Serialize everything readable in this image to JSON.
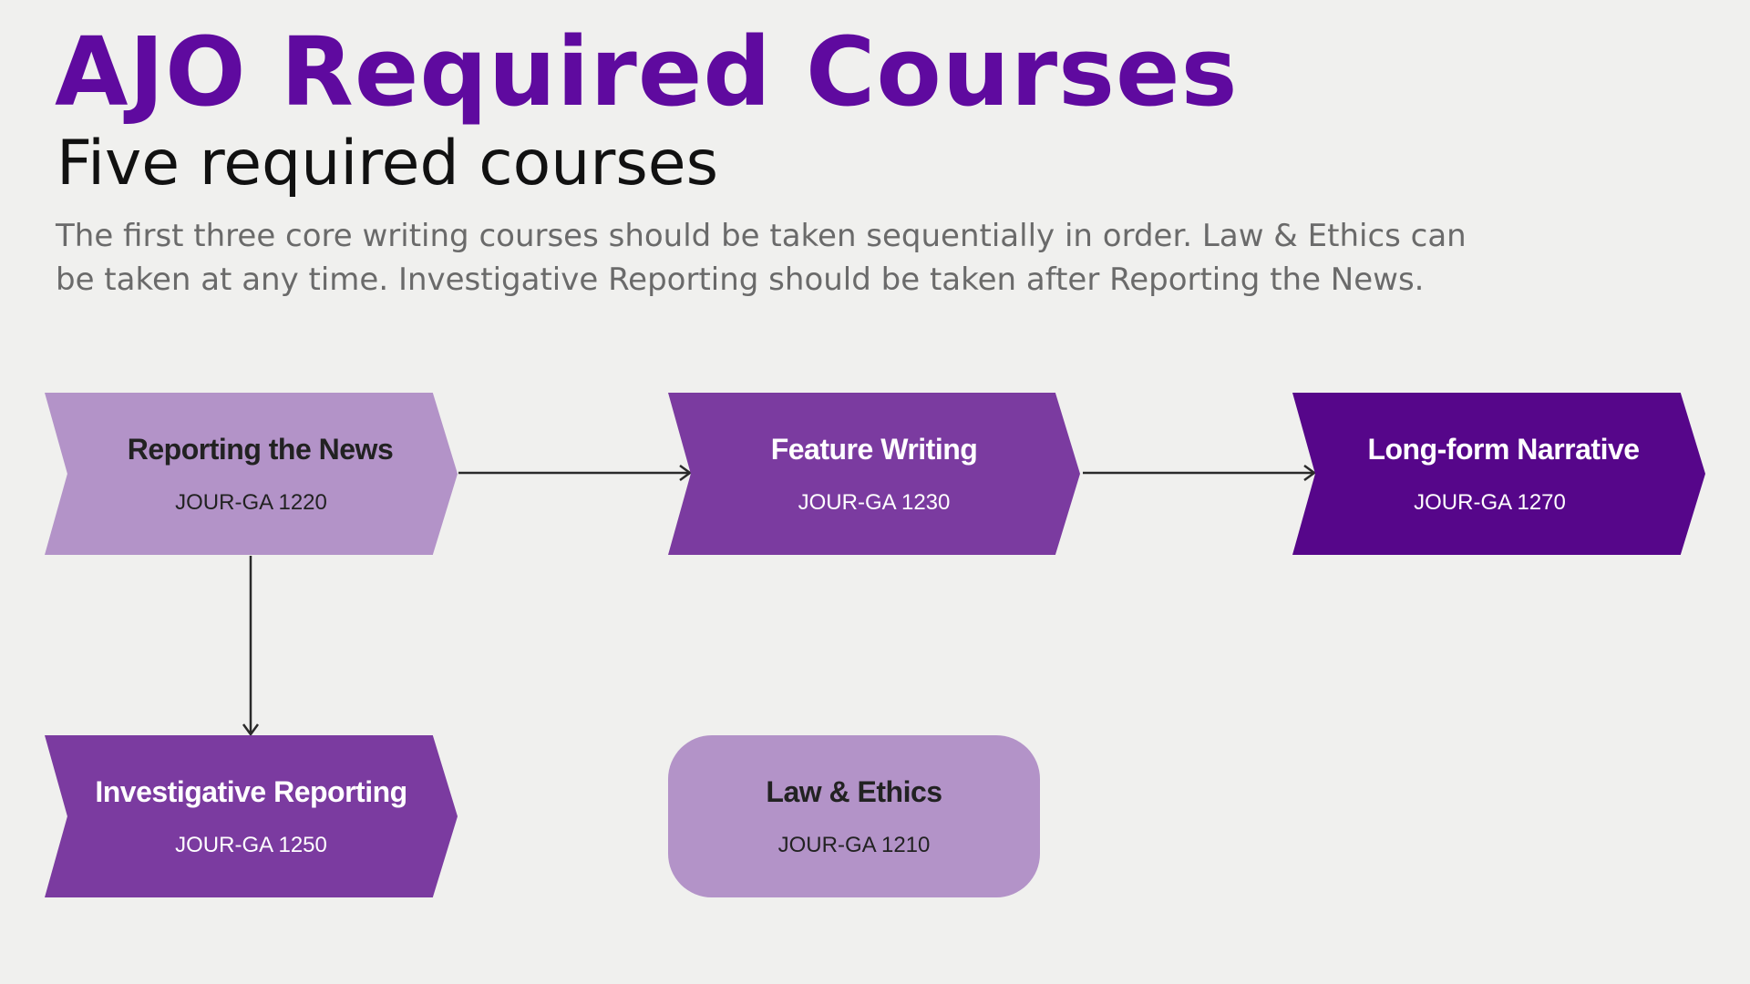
{
  "header": {
    "title": "AJO Required Courses",
    "subtitle": "Five required courses",
    "description": "The first three core writing courses should be taken sequentially in order. Law & Ethics can be taken at any time. Investigative Reporting should be taken after Reporting the News."
  },
  "courses": [
    {
      "name": "Reporting the News",
      "code": "JOUR-GA 1220"
    },
    {
      "name": "Feature Writing",
      "code": "JOUR-GA 1230"
    },
    {
      "name": "Long-form Narrative",
      "code": "JOUR-GA 1270"
    },
    {
      "name": "Investigative Reporting",
      "code": "JOUR-GA 1250"
    },
    {
      "name": "Law & Ethics",
      "code": "JOUR-GA 1210"
    }
  ],
  "colors": {
    "light": "#b393c8",
    "medium": "#7b3ba0",
    "dark": "#56068a",
    "title": "#5f0a9f"
  }
}
